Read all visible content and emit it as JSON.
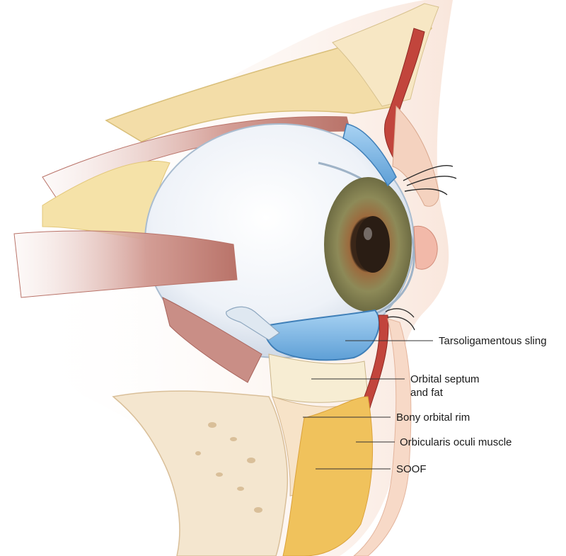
{
  "colors": {
    "background": "#ffffff",
    "muscle": "#c98e86",
    "muscle_dark": "#a8645c",
    "fat": "#f3d27a",
    "fat_dark": "#e0a93b",
    "bone": "#f4e6cf",
    "bone_pore": "#d9bf99",
    "skin": "#f6dccc",
    "sclera": "#eef3fa",
    "iris": "#8c8a5a",
    "pupil": "#2a1d14",
    "tarsus_blue": "#7fb8e6",
    "orbicularis": "#c2453c",
    "leader": "#333333"
  },
  "labels": [
    {
      "id": "tarsoligamentous-sling",
      "lines": [
        "Tarsoligamentous sling"
      ]
    },
    {
      "id": "orbital-septum-and-fat",
      "lines": [
        "Orbital septum",
        "and fat"
      ]
    },
    {
      "id": "bony-orbital-rim",
      "lines": [
        "Bony orbital rim"
      ]
    },
    {
      "id": "orbicularis-oculi-muscle",
      "lines": [
        "Orbicularis oculi muscle"
      ]
    },
    {
      "id": "soof",
      "lines": [
        "SOOF"
      ]
    }
  ]
}
